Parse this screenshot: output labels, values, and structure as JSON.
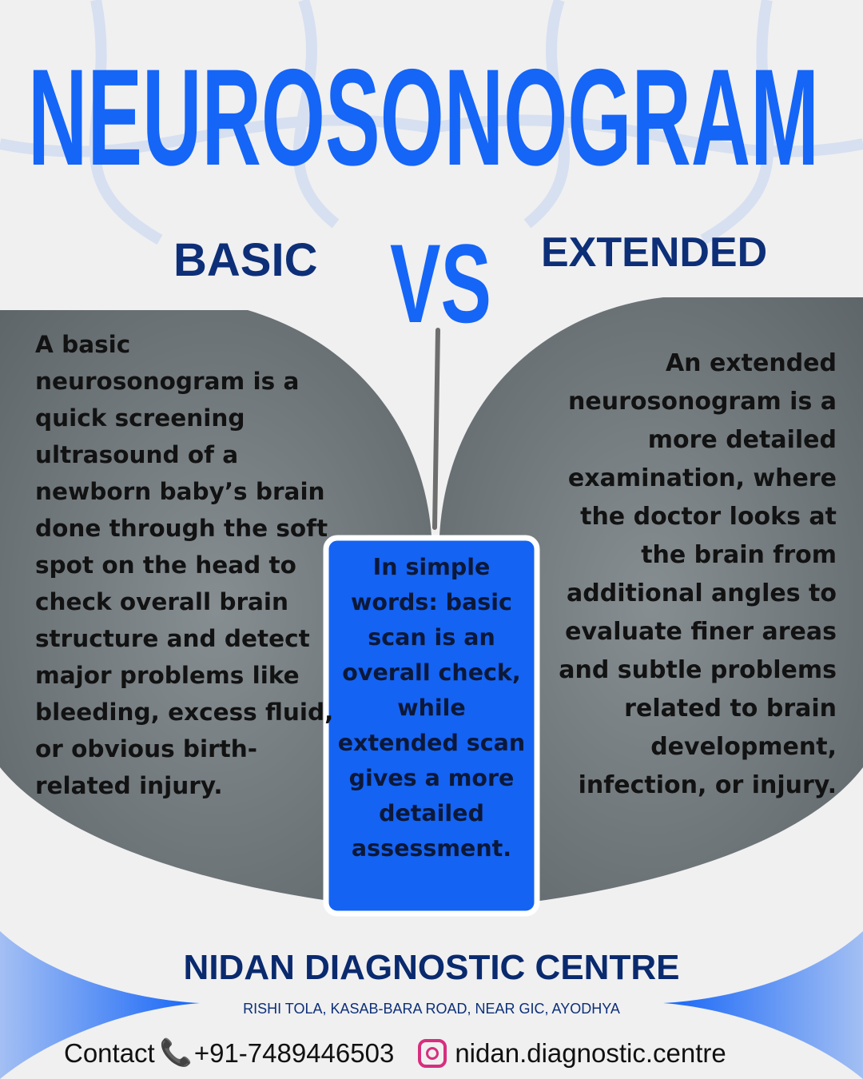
{
  "title": "NEUROSONOGRAM",
  "basic_label": "BASIC",
  "vs_label": "VS",
  "extended_label": "EXTENDED",
  "basic_text": [
    "A basic",
    "neurosonogram is a",
    "quick screening",
    "ultrasound of a",
    "newborn baby’s brain",
    "done through the soft",
    "spot on the head to",
    "check overall brain",
    "structure and detect",
    "major problems like",
    "bleeding, excess fluid,",
    "or obvious birth-",
    "related injury."
  ],
  "extended_text": [
    "An extended",
    "neurosonogram is a",
    "more detailed",
    "examination, where",
    "the doctor looks at",
    "the brain from",
    "additional angles to",
    "evaluate finer areas",
    "and subtle problems",
    "related to brain",
    "development,",
    "infection, or injury."
  ],
  "summary_text": [
    "In simple",
    "words: basic",
    "scan is an",
    "overall check,",
    "while",
    "extended scan",
    "gives a more",
    "detailed",
    "assessment."
  ],
  "footer": {
    "brand": "NIDAN DIAGNOSTIC CENTRE",
    "address": "RISHI TOLA, KASAB-BARA ROAD, NEAR GIC, AYODHYA",
    "contact_label": "Contact",
    "phone": "+91-7489446503",
    "instagram": "nidan.diagnostic.centre"
  },
  "colors": {
    "title_blue": "#1565f7",
    "navy": "#0d2f78",
    "panel_gray": "#7a8286",
    "summary_blue": "#1463f3"
  }
}
